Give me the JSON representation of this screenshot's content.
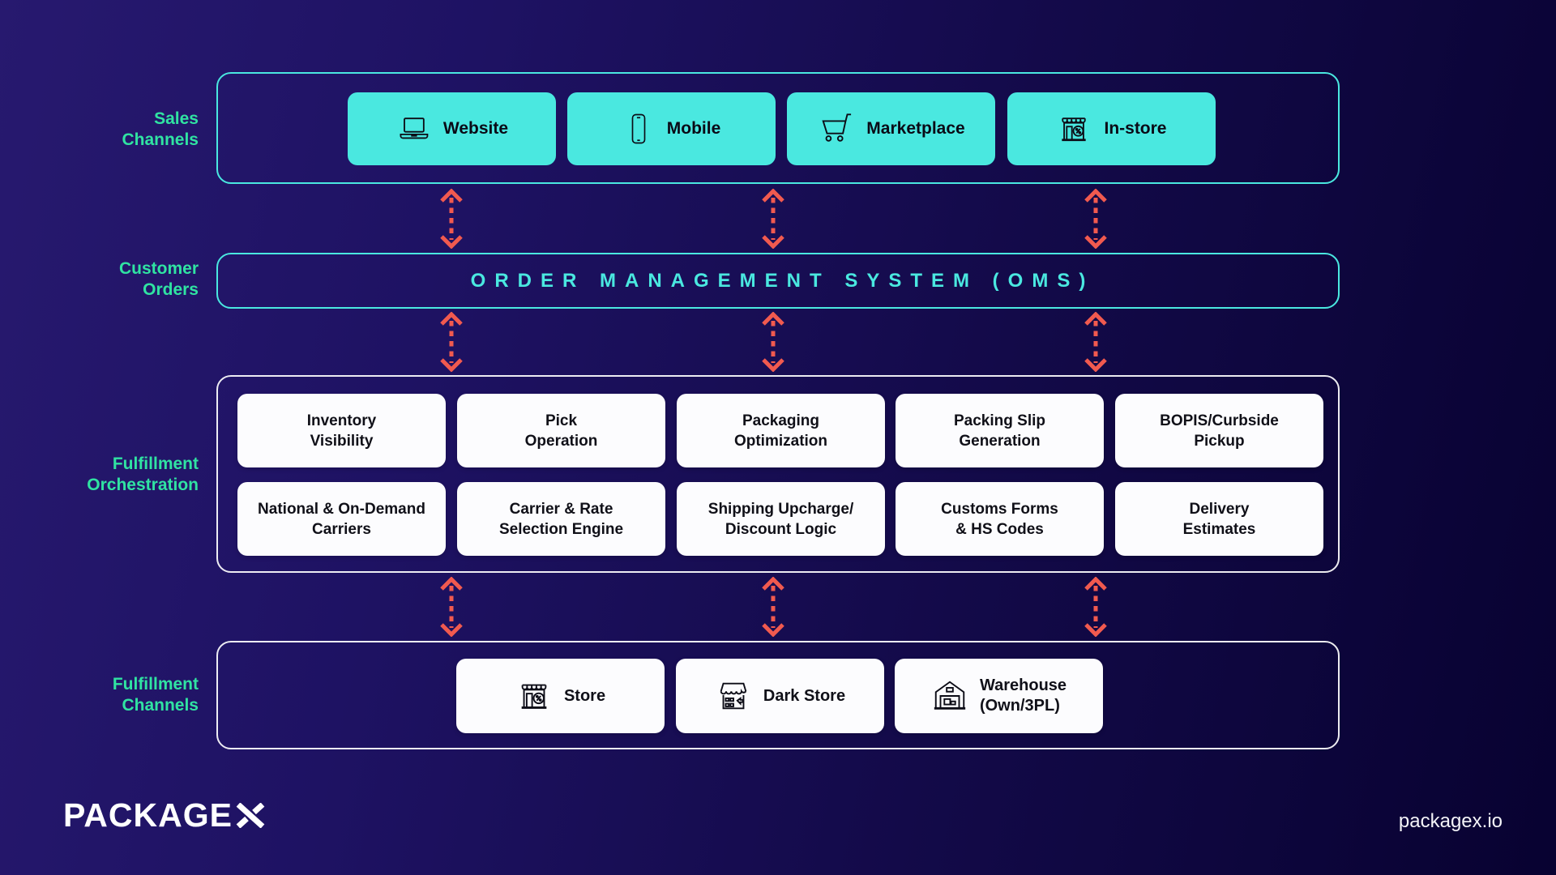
{
  "brand": {
    "logo_text": "PACKAGE",
    "logo_x": "X",
    "website": "packagex.io"
  },
  "rows": {
    "sales": {
      "line1": "Sales",
      "line2": "Channels"
    },
    "orders": {
      "line1": "Customer",
      "line2": "Orders"
    },
    "orchestration": {
      "line1": "Fulfillment",
      "line2": "Orchestration"
    },
    "channels": {
      "line1": "Fulfillment",
      "line2": "Channels"
    }
  },
  "sales_channels": {
    "items": [
      {
        "label": "Website",
        "icon": "laptop-icon"
      },
      {
        "label": "Mobile",
        "icon": "smartphone-icon"
      },
      {
        "label": "Marketplace",
        "icon": "cart-icon"
      },
      {
        "label": "In-store",
        "icon": "storefront-icon"
      }
    ]
  },
  "oms": {
    "title": "ORDER MANAGEMENT SYSTEM (OMS)"
  },
  "orchestration": {
    "cards": [
      {
        "line1": "Inventory",
        "line2": "Visibility"
      },
      {
        "line1": "Pick",
        "line2": "Operation"
      },
      {
        "line1": "Packaging",
        "line2": "Optimization"
      },
      {
        "line1": "Packing Slip",
        "line2": "Generation"
      },
      {
        "line1": "BOPIS/Curbside",
        "line2": "Pickup"
      },
      {
        "line1": "National & On-Demand",
        "line2": "Carriers"
      },
      {
        "line1": "Carrier & Rate",
        "line2": "Selection Engine"
      },
      {
        "line1": "Shipping Upcharge/",
        "line2": "Discount Logic"
      },
      {
        "line1": "Customs Forms",
        "line2": "& HS Codes"
      },
      {
        "line1": "Delivery",
        "line2": "Estimates"
      }
    ]
  },
  "fulfillment_channels": {
    "items": [
      {
        "label": "Store",
        "label2": "",
        "icon": "storefront-icon"
      },
      {
        "label": "Dark Store",
        "label2": "",
        "icon": "dark-store-icon"
      },
      {
        "label": "Warehouse",
        "label2": "(Own/3PL)",
        "icon": "warehouse-icon"
      }
    ]
  },
  "colors": {
    "teal": "#4AE8E0",
    "label_green": "#30E3A2",
    "arrow_coral": "#F15A4F",
    "card_white": "#FCFCFE",
    "background_start": "#27196F",
    "background_end": "#080231"
  }
}
